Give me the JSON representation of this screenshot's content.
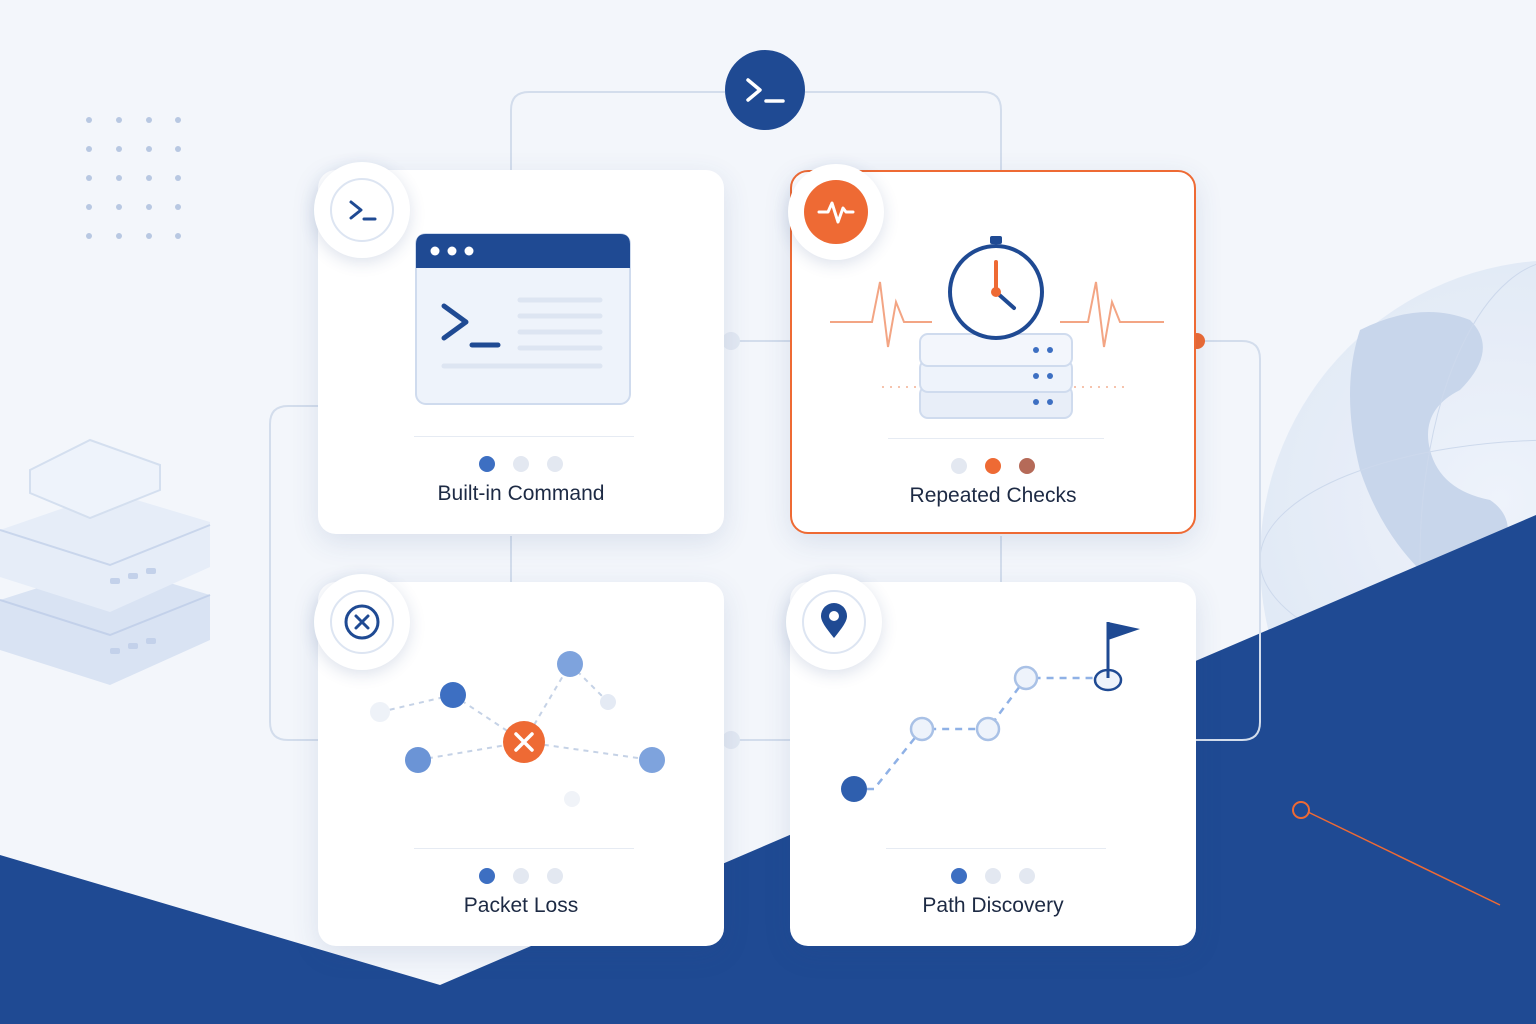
{
  "colors": {
    "navy": "#1f4a93",
    "accent_orange": "#ee6a34",
    "light_blue": "#8fb1e6",
    "background": "#f3f6fb"
  },
  "hub": {
    "icon": "terminal-prompt-icon"
  },
  "cards": [
    {
      "id": "builtin",
      "label": "Built-in Command",
      "badge_icon": "terminal-prompt-icon",
      "illustration": "terminal-window",
      "active_step": 1,
      "steps": 3,
      "highlighted": false
    },
    {
      "id": "repeated",
      "label": "Repeated Checks",
      "badge_icon": "heartbeat-icon",
      "illustration": "stopwatch-server-stack",
      "active_step": 2,
      "steps": 3,
      "highlighted": true
    },
    {
      "id": "packet",
      "label": "Packet Loss",
      "badge_icon": "close-circle-icon",
      "illustration": "network-node-failure",
      "active_step": 1,
      "steps": 3,
      "highlighted": false
    },
    {
      "id": "path",
      "label": "Path Discovery",
      "badge_icon": "location-pin-icon",
      "illustration": "route-to-flag",
      "active_step": 1,
      "steps": 3,
      "highlighted": false
    }
  ]
}
